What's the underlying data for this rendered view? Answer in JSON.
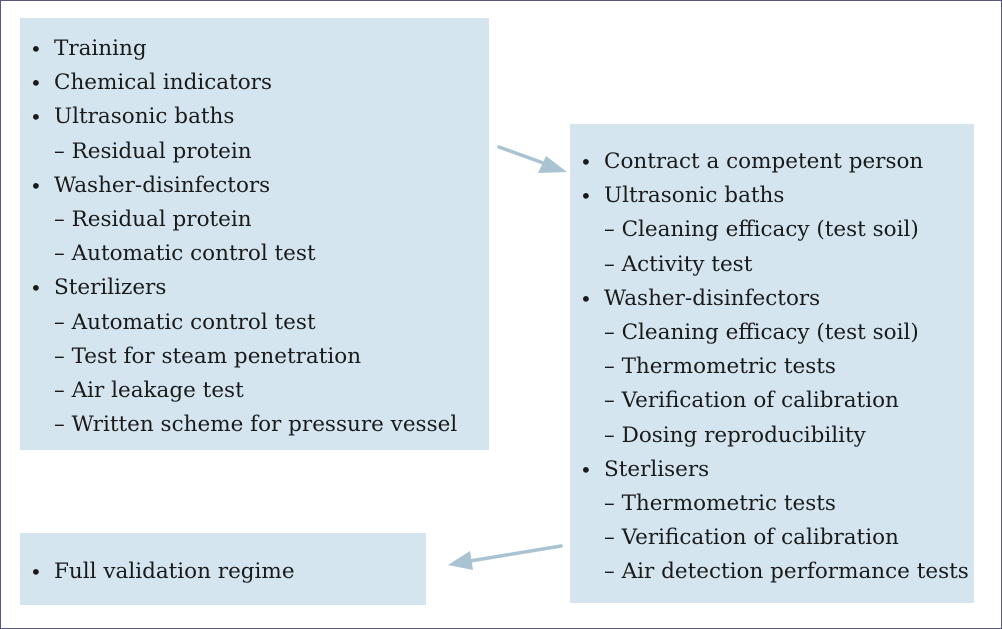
{
  "colors": {
    "box_fill": "#d4e5ef",
    "arrow": "#a9c3d3",
    "frame_border": "#5a5583"
  },
  "left_box": {
    "items": [
      {
        "text": "Training",
        "subs": []
      },
      {
        "text": "Chemical indicators",
        "subs": []
      },
      {
        "text": "Ultrasonic baths",
        "subs": [
          "– Residual protein"
        ]
      },
      {
        "text": "Washer-disinfectors",
        "subs": [
          "– Residual protein",
          "– Automatic control test"
        ]
      },
      {
        "text": "Sterilizers",
        "subs": [
          "– Automatic control test",
          "– Test for steam penetration",
          "– Air leakage test",
          "– Written scheme for pressure vessel"
        ]
      }
    ]
  },
  "right_box": {
    "items": [
      {
        "text": "Contract a competent person",
        "subs": []
      },
      {
        "text": "Ultrasonic baths",
        "subs": [
          "– Cleaning efficacy (test soil)",
          "– Activity test"
        ]
      },
      {
        "text": "Washer-disinfectors",
        "subs": [
          "– Cleaning efficacy (test soil)",
          "– Thermometric tests",
          "– Verification of calibration",
          "– Dosing reproducibility"
        ]
      },
      {
        "text": "Sterlisers",
        "subs": [
          "– Thermometric tests",
          "– Verification of calibration",
          "– Air detection performance tests"
        ]
      }
    ]
  },
  "bottom_box": {
    "items": [
      {
        "text": "Full validation regime",
        "subs": []
      }
    ]
  },
  "arrows": [
    {
      "from": "left-box",
      "to": "right-box"
    },
    {
      "from": "right-box",
      "to": "bottom-box"
    }
  ]
}
